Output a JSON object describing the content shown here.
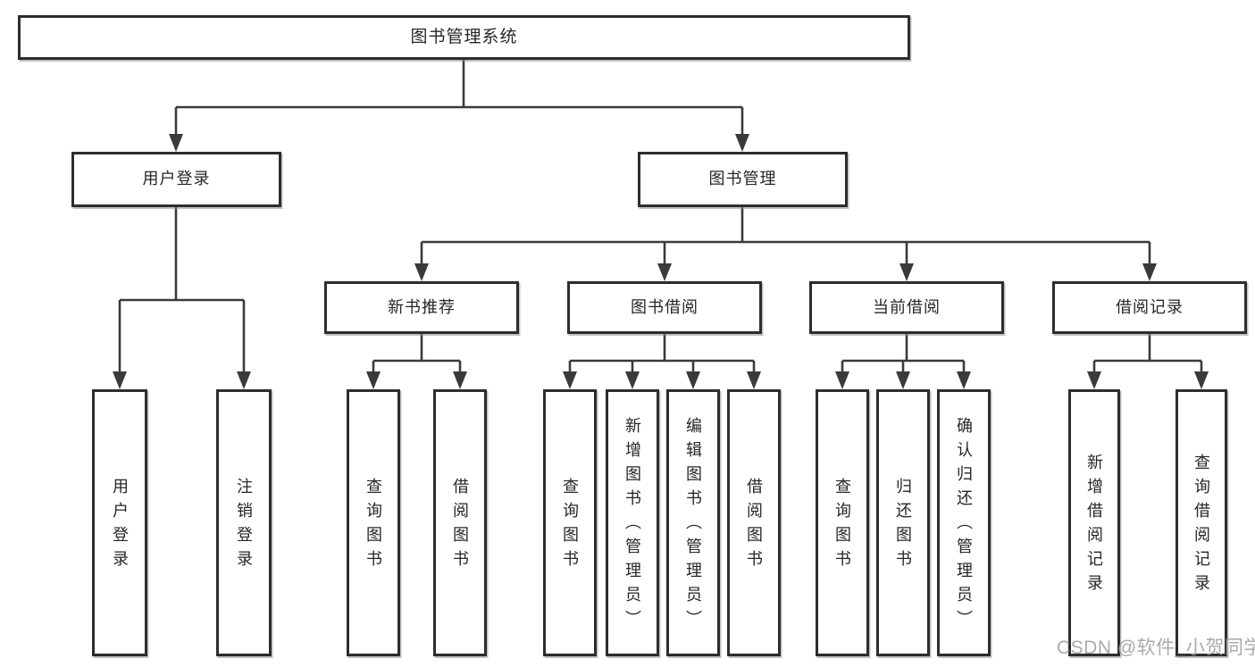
{
  "diagram": {
    "root": {
      "label": "图书管理系统",
      "children": [
        {
          "label": "用户登录",
          "children": [
            {
              "label": "用户登录"
            },
            {
              "label": "注销登录"
            }
          ]
        },
        {
          "label": "图书管理",
          "children": [
            {
              "label": "新书推荐",
              "children": [
                {
                  "label": "查询图书"
                },
                {
                  "label": "借阅图书"
                }
              ]
            },
            {
              "label": "图书借阅",
              "children": [
                {
                  "label": "查询图书"
                },
                {
                  "label": "新增图书（管理员）"
                },
                {
                  "label": "编辑图书（管理员）"
                },
                {
                  "label": "借阅图书"
                }
              ]
            },
            {
              "label": "当前借阅",
              "children": [
                {
                  "label": "查询图书"
                },
                {
                  "label": "归还图书"
                },
                {
                  "label": "确认归还（管理员）"
                }
              ]
            },
            {
              "label": "借阅记录",
              "children": [
                {
                  "label": "新增借阅记录"
                },
                {
                  "label": "查询借阅记录"
                }
              ]
            }
          ]
        }
      ]
    },
    "colors": {
      "line": "#3a3a3a",
      "box_border": "#2d2d2d",
      "text": "#262626",
      "background": "#ffffff",
      "watermark": "#9b9b9b"
    }
  },
  "watermark": {
    "text": "CSDN @软件_小贺同学"
  }
}
